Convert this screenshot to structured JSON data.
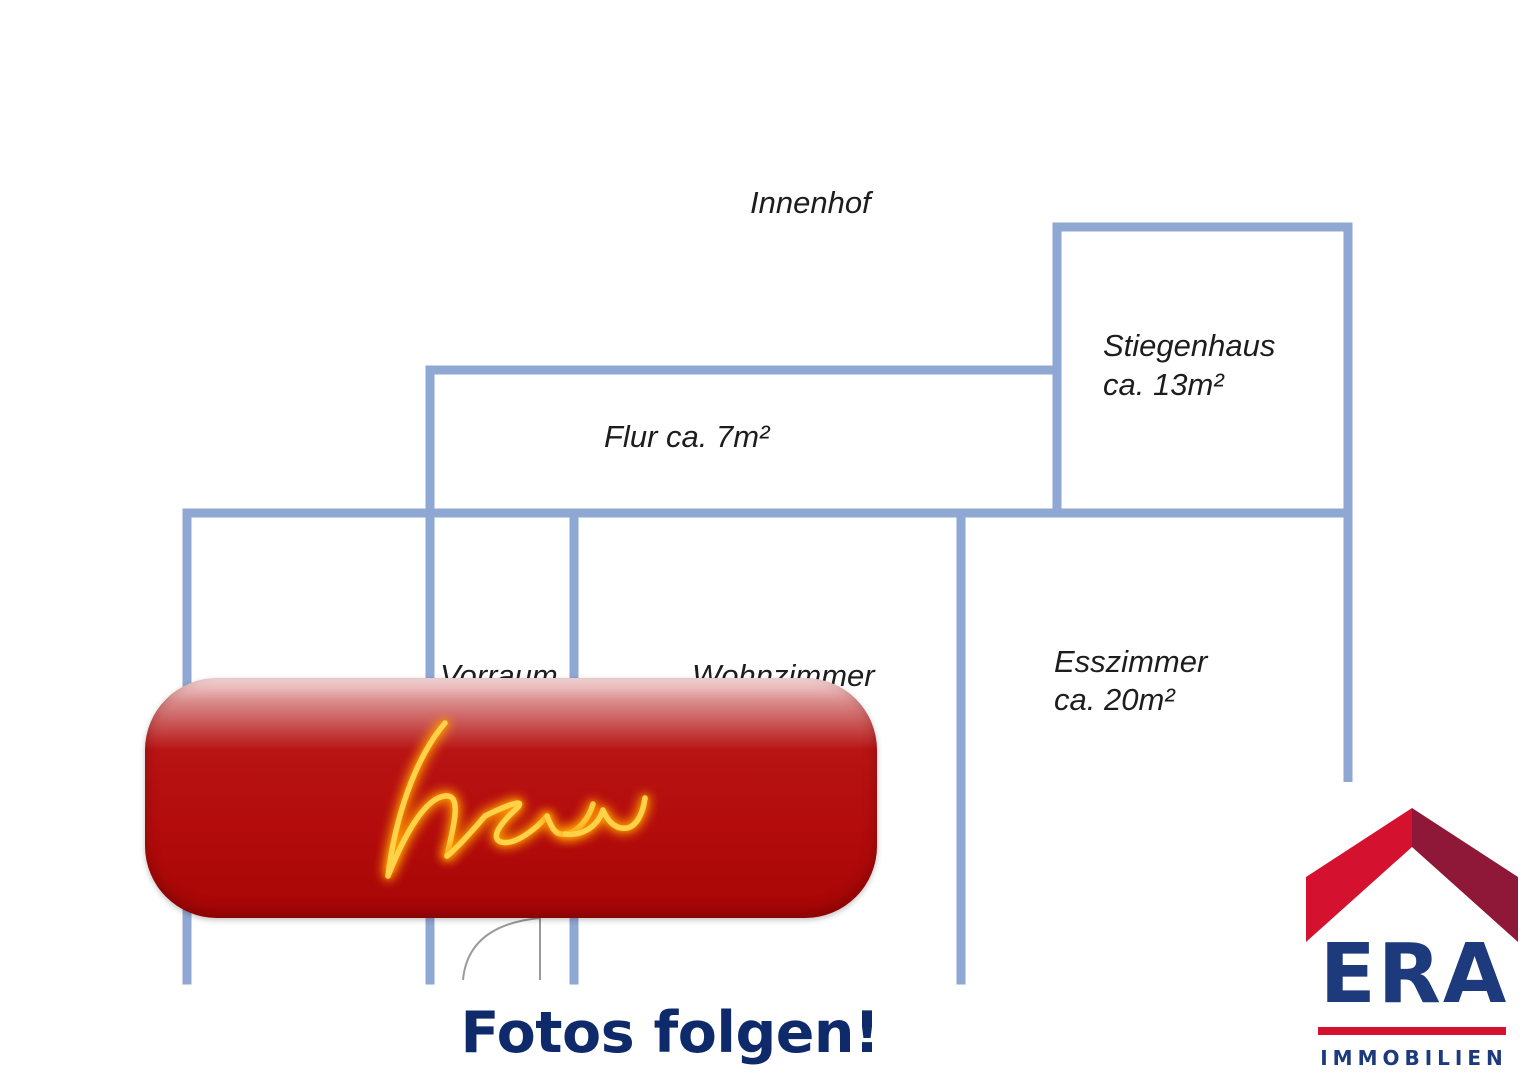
{
  "floor_plan": {
    "outside_label": "Innenhof",
    "rooms": [
      {
        "id": "stiegenhaus",
        "name": "Stiegenhaus",
        "area": "ca. 13m²"
      },
      {
        "id": "flur",
        "label": "Flur ca. 7m²"
      },
      {
        "id": "vorraum",
        "name": "Vorraum"
      },
      {
        "id": "wohnzimmer",
        "name": "Wohnzimmer"
      },
      {
        "id": "esszimmer",
        "name": "Esszimmer",
        "area": "ca. 20m²"
      }
    ]
  },
  "badge": {
    "text": "neu",
    "colors": {
      "fill": "#b40c0c",
      "script": "#ffd24a"
    }
  },
  "caption": "Fotos folgen!",
  "logo": {
    "name": "ERA",
    "subtitle": "IMMOBILIEN",
    "colors": {
      "roof_left": "#d4122f",
      "roof_right": "#8f1838",
      "text": "#1c3a7c",
      "line": "#d4122f"
    }
  }
}
